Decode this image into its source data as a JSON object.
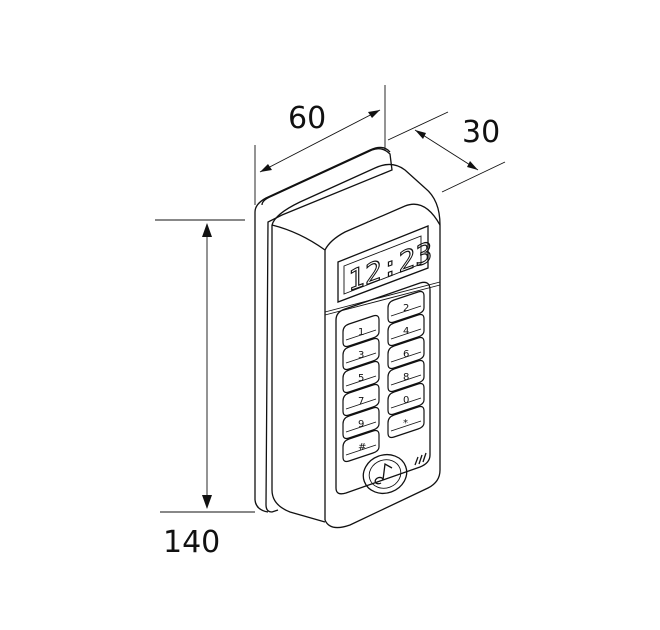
{
  "dimensions": {
    "width": "60",
    "depth": "30",
    "height": "140"
  },
  "display": {
    "time": "12:23"
  },
  "keypad": {
    "left_column": [
      "1",
      "3",
      "5",
      "7",
      "9",
      "#"
    ],
    "right_column": [
      "2",
      "4",
      "6",
      "8",
      "0",
      "*"
    ]
  },
  "icons": {
    "call_button": "music-note-icon",
    "speaker": "speaker-grille-icon"
  }
}
